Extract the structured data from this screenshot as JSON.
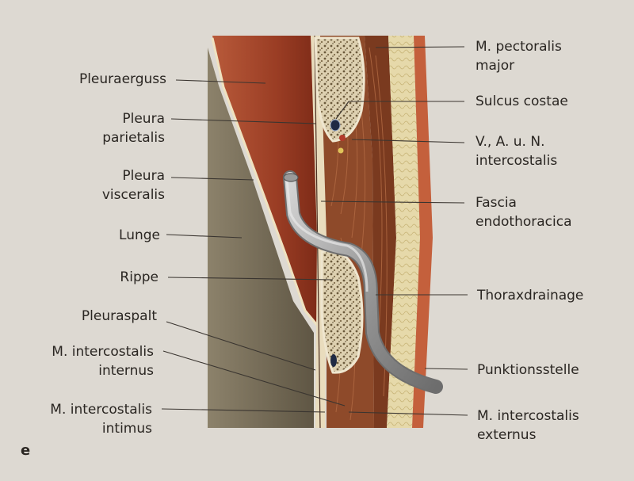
{
  "figure": {
    "panel_letter": "e",
    "labels_left": [
      {
        "id": "pleuraerguss",
        "lines": [
          "Pleuraerguss"
        ]
      },
      {
        "id": "pleura-parietalis",
        "lines": [
          "Pleura",
          "parietalis"
        ]
      },
      {
        "id": "pleura-visceralis",
        "lines": [
          "Pleura",
          "visceralis"
        ]
      },
      {
        "id": "lunge",
        "lines": [
          "Lunge"
        ]
      },
      {
        "id": "rippe",
        "lines": [
          "Rippe"
        ]
      },
      {
        "id": "pleuraspalt",
        "lines": [
          "Pleuraspalt"
        ]
      },
      {
        "id": "m-intercostalis-internus",
        "lines": [
          "M. intercostalis",
          "internus"
        ]
      },
      {
        "id": "m-intercostalis-intimus",
        "lines": [
          "M. intercostalis",
          "intimus"
        ]
      }
    ],
    "labels_right": [
      {
        "id": "m-pectoralis-major",
        "lines": [
          "M. pectoralis",
          "major"
        ]
      },
      {
        "id": "sulcus-costae",
        "lines": [
          "Sulcus costae"
        ]
      },
      {
        "id": "v-a-n-intercostalis",
        "lines": [
          "V., A. u. N.",
          "intercostalis"
        ]
      },
      {
        "id": "fascia-endothoracica",
        "lines": [
          "Fascia",
          "endothoracica"
        ]
      },
      {
        "id": "thoraxdrainage",
        "lines": [
          "Thoraxdrainage"
        ]
      },
      {
        "id": "punktionsstelle",
        "lines": [
          "Punktionsstelle"
        ]
      },
      {
        "id": "m-intercostalis-externus",
        "lines": [
          "M. intercostalis",
          "externus"
        ]
      }
    ]
  },
  "colors": {
    "background": "#ddd9d2",
    "lung": "#6f6652",
    "effusion": "#9a3d24",
    "muscle": "#8e4a2a",
    "bone": "#d9ccae",
    "fat": "#e3d6a6",
    "tube": "#9c9c9c"
  }
}
